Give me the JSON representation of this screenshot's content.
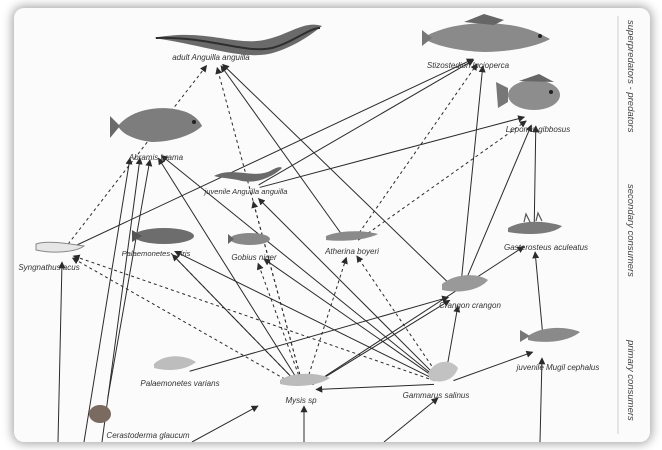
{
  "species": [
    {
      "id": "anguilla_adult",
      "label": "adult Anguilla anguilla"
    },
    {
      "id": "sander",
      "label": "Stizostedion lucioperca"
    },
    {
      "id": "lepomis",
      "label": "Lepomis gibbosus"
    },
    {
      "id": "abramis",
      "label": "Abramis brama"
    },
    {
      "id": "anguilla_juv",
      "label": "juvenile Anguilla anguilla"
    },
    {
      "id": "atherina",
      "label": "Atherina boyeri"
    },
    {
      "id": "gasterosteus",
      "label": "Gasterosteus aculeatus"
    },
    {
      "id": "syngnathus",
      "label": "Syngnathus acus"
    },
    {
      "id": "pal_longirostris",
      "label": "Palaemonetes ... iris"
    },
    {
      "id": "gobius",
      "label": "Gobius niger"
    },
    {
      "id": "crangon",
      "label": "Crangon crangon"
    },
    {
      "id": "mugil",
      "label": "juvenile Mugil cephalus"
    },
    {
      "id": "pal_varians",
      "label": "Palaemonetes varians"
    },
    {
      "id": "mysis",
      "label": "Mysis sp"
    },
    {
      "id": "gammarus",
      "label": "Gammarus salinus"
    },
    {
      "id": "cerastoderma",
      "label": "Cerastoderma glaucum"
    }
  ],
  "trophic_levels": [
    {
      "id": "super",
      "label": "superpredators - predators"
    },
    {
      "id": "secondary",
      "label": "secondary consumers"
    },
    {
      "id": "primary",
      "label": "primary consumers"
    }
  ],
  "links": [
    {
      "from": "syngnathus",
      "to": "anguilla_adult",
      "style": "dashed"
    },
    {
      "from": "syngnathus",
      "to": "sander",
      "style": "solid"
    },
    {
      "from": "anguilla_juv",
      "to": "sander",
      "style": "solid"
    },
    {
      "from": "anguilla_juv",
      "to": "lepomis",
      "style": "solid"
    },
    {
      "from": "atherina",
      "to": "sander",
      "style": "dashed"
    },
    {
      "from": "atherina",
      "to": "lepomis",
      "style": "dashed"
    },
    {
      "from": "atherina",
      "to": "anguilla_adult",
      "style": "solid"
    },
    {
      "from": "gasterosteus",
      "to": "lepomis",
      "style": "solid"
    },
    {
      "from": "crangon",
      "to": "sander",
      "style": "solid"
    },
    {
      "from": "crangon",
      "to": "anguilla_adult",
      "style": "solid"
    },
    {
      "from": "crangon",
      "to": "lepomis",
      "style": "solid"
    },
    {
      "from": "mugil",
      "to": "gasterosteus",
      "style": "solid"
    },
    {
      "from": "mysis",
      "to": "anguilla_adult",
      "style": "dashed"
    },
    {
      "from": "mysis",
      "to": "abramis",
      "style": "solid"
    },
    {
      "from": "mysis",
      "to": "anguilla_juv",
      "style": "dashed"
    },
    {
      "from": "mysis",
      "to": "gobius",
      "style": "dashed"
    },
    {
      "from": "mysis",
      "to": "pal_longirostris",
      "style": "dashed"
    },
    {
      "from": "mysis",
      "to": "syngnathus",
      "style": "dashed"
    },
    {
      "from": "mysis",
      "to": "atherina",
      "style": "dashed"
    },
    {
      "from": "mysis",
      "to": "crangon",
      "style": "solid"
    },
    {
      "from": "mysis",
      "to": "gasterosteus",
      "style": "solid"
    },
    {
      "from": "pal_varians",
      "to": "crangon",
      "style": "solid"
    },
    {
      "from": "gammarus",
      "to": "anguilla_juv",
      "style": "solid"
    },
    {
      "from": "gammarus",
      "to": "gobius",
      "style": "solid"
    },
    {
      "from": "gammarus",
      "to": "pal_longirostris",
      "style": "solid"
    },
    {
      "from": "gammarus",
      "to": "syngnathus",
      "style": "dashed"
    },
    {
      "from": "gammarus",
      "to": "atherina",
      "style": "dashed"
    },
    {
      "from": "gammarus",
      "to": "crangon",
      "style": "solid"
    },
    {
      "from": "gammarus",
      "to": "mugil",
      "style": "solid"
    },
    {
      "from": "gammarus",
      "to": "abramis",
      "style": "solid"
    },
    {
      "from": "gammarus",
      "to": "mysis",
      "style": "solid"
    },
    {
      "from": "pal_longirostris",
      "to": "mysis",
      "style": "solid"
    },
    {
      "from": "cerastoderma",
      "to": "abramis",
      "style": "solid"
    }
  ],
  "colors": {
    "line": "#2b2b2b",
    "label": "#333333",
    "panel": "#fbfbfb"
  }
}
